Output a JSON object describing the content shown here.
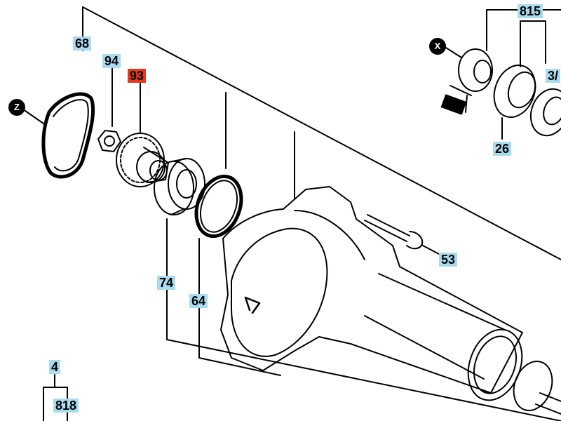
{
  "diagram": {
    "labels": {
      "p68": "68",
      "p94": "94",
      "p93": "93",
      "p815": "815",
      "p3x": "3/",
      "p26": "26",
      "p53": "53",
      "p74": "74",
      "p64": "64",
      "p4": "4",
      "p818": "818"
    },
    "markers": {
      "z": "Z",
      "x": "X"
    },
    "highlighted_part": "93",
    "colors": {
      "label_bg": "#a9dcf0",
      "highlight_bg": "#e8381c",
      "line": "#000000"
    }
  }
}
